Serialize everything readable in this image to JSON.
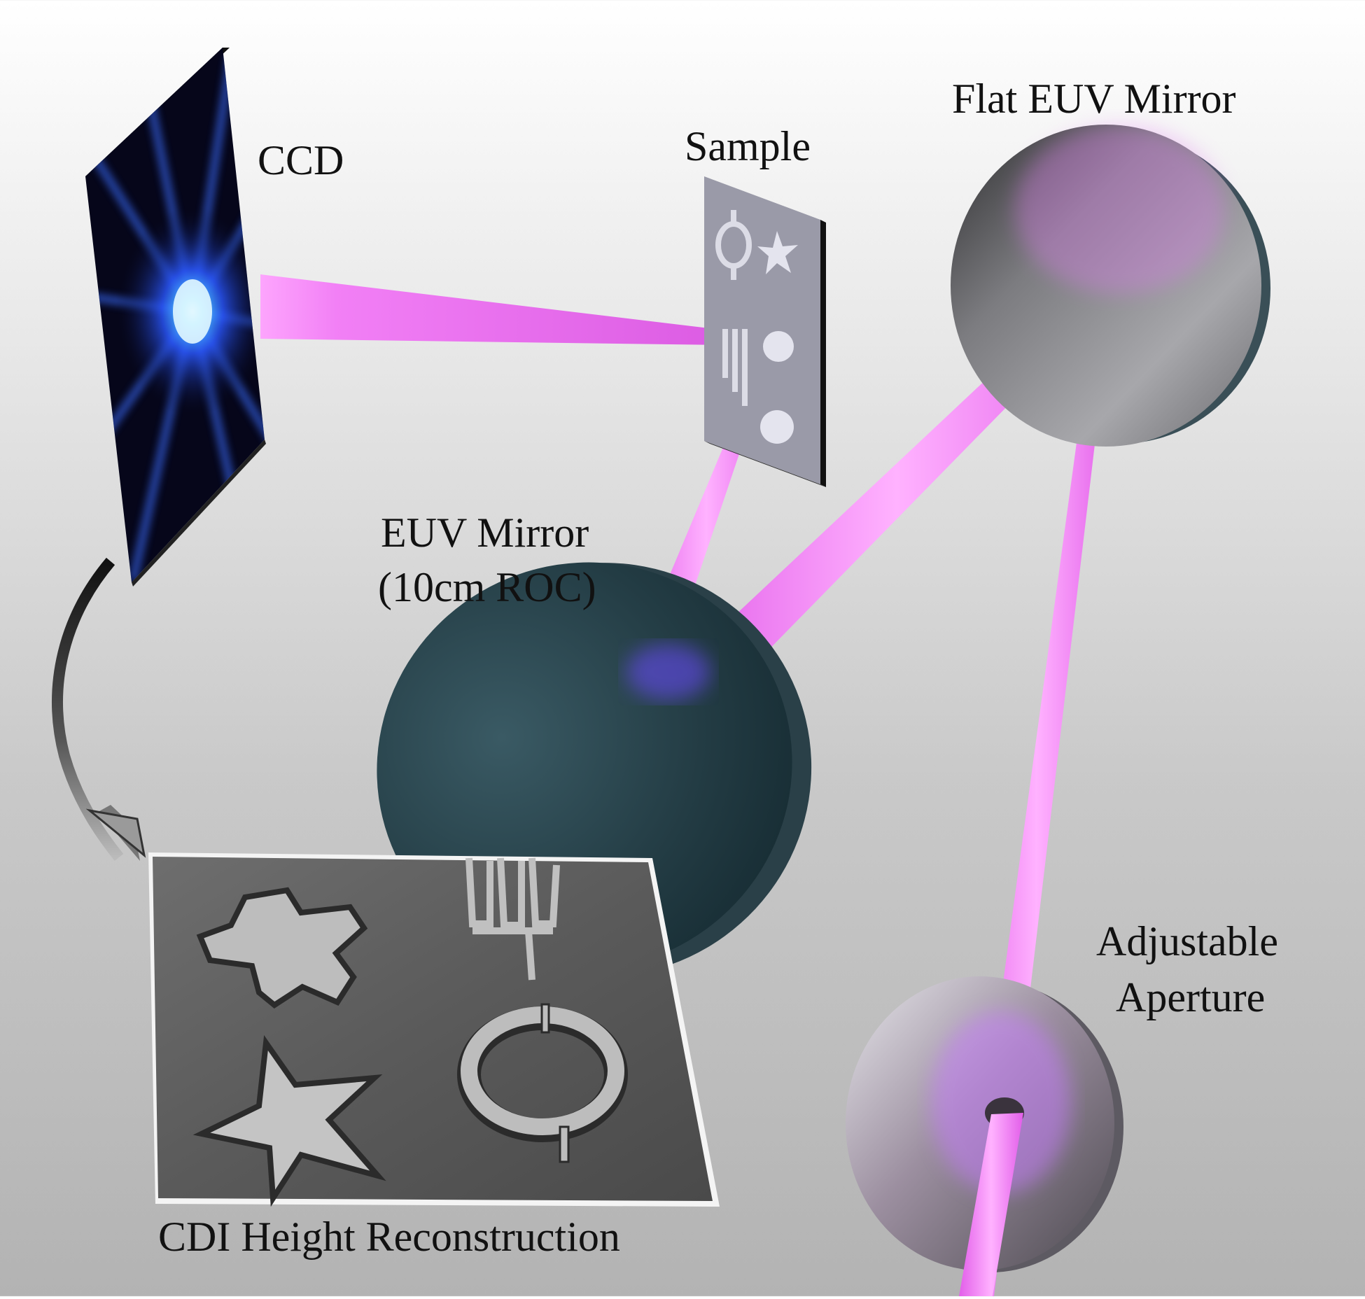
{
  "labels": {
    "ccd": "CCD",
    "sample": "Sample",
    "flat_mirror": "Flat EUV Mirror",
    "euv_mirror_line1": "EUV Mirror",
    "euv_mirror_line2": "(10cm ROC)",
    "aperture_line1": "Adjustable",
    "aperture_line2": "Aperture",
    "reconstruction": "CDI Height Reconstruction"
  },
  "colors": {
    "beam": "#f07cf5",
    "beam_core": "#ffc7ff",
    "ccd_glow": "#2e6bff",
    "mirror_dark": "#24414a",
    "mirror_steel": "#8a8a8e"
  }
}
